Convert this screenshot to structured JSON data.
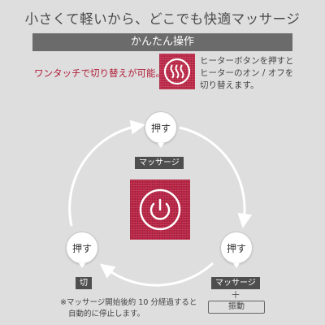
{
  "header": {
    "title": "小さくて軽いから、どこでも快適マッサージ",
    "banner": "かんたん操作"
  },
  "heater": {
    "tagline": "ワンタッチで切り替えが可能。",
    "icon": "heat-waves-icon",
    "description": [
      "ヒーターボタンを押すと",
      "ヒーターのオン / オフを",
      "切り替えます。"
    ]
  },
  "cycle": {
    "steps": [
      {
        "button": "押す",
        "label": "マッサージ"
      },
      {
        "button": "押す",
        "label": "マッサージ",
        "plus": "＋",
        "extra": "振動"
      },
      {
        "button": "押す",
        "label": "切"
      }
    ],
    "center_icon": "power-icon"
  },
  "note": [
    "※マッサージ開始後約 10 分経過すると",
    "自動的に停止します。"
  ],
  "colors": {
    "background": "#dedede",
    "banner": "#6b6b6b",
    "accent": "#b01f3a",
    "fabric": "#bb2546",
    "label": "#4e4e4e"
  }
}
